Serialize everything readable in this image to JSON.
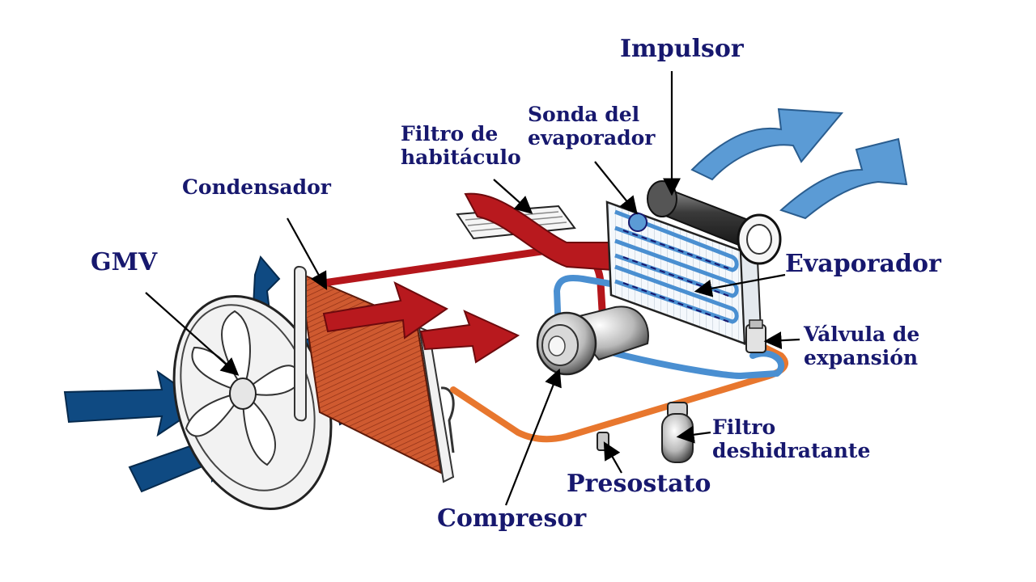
{
  "labels": {
    "impulsor": "Impulsor",
    "sonda_line1": "Sonda del",
    "sonda_line2": "evaporador",
    "filtro_hab_line1": "Filtro de",
    "filtro_hab_line2": "habitáculo",
    "condensador": "Condensador",
    "gmv": "GMV",
    "evaporador": "Evaporador",
    "valvula_line1": "Válvula de",
    "valvula_line2": "expansión",
    "filtro_desh_line1": "Filtro",
    "filtro_desh_line2": "deshidratante",
    "presostato": "Presostato",
    "compresor": "Compresor"
  },
  "colors": {
    "label_text": "#17186e",
    "hot_line": "#b5161b",
    "liquid_line": "#e8772e",
    "cold_line": "#4a8fd1",
    "cold_air_arrow": "#5b9bd5",
    "outside_air_arrow": "#0f4a82",
    "hot_air_arrow": "#b8191e",
    "condenser_fill": "#c8522b"
  }
}
